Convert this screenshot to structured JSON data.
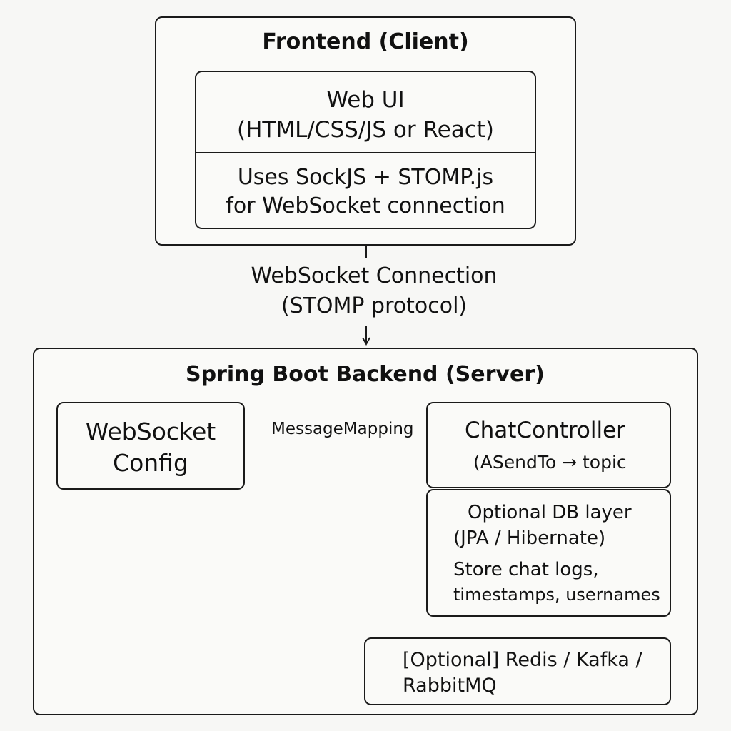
{
  "frontend": {
    "title": "Frontend (Client)",
    "web_ui": {
      "line1": "Web UI",
      "line2": "(HTML/CSS/JS or React)"
    },
    "sockjs": {
      "line1": "Uses SockJS + STOMP.js",
      "line2": "for WebSocket connection"
    }
  },
  "connection": {
    "line1": "WebSocket Connection",
    "line2": "(STOMP protocol)"
  },
  "backend": {
    "title": "Spring Boot Backend (Server)",
    "websocket_config": {
      "line1": "WebSocket",
      "line2": "Config"
    },
    "mapping_label": "MessageMapping",
    "chat_controller": {
      "line1": "ChatController",
      "line2": "(ASendTo → topic"
    },
    "db_layer": {
      "line1": "Optional DB layer",
      "line2": "(JPA / Hibernate)",
      "line3": "Store chat logs,",
      "line4": "timestamps, usernames"
    },
    "broker": {
      "line1": "[Optional] Redis / Kafka /",
      "line2": "RabbitMQ"
    }
  }
}
